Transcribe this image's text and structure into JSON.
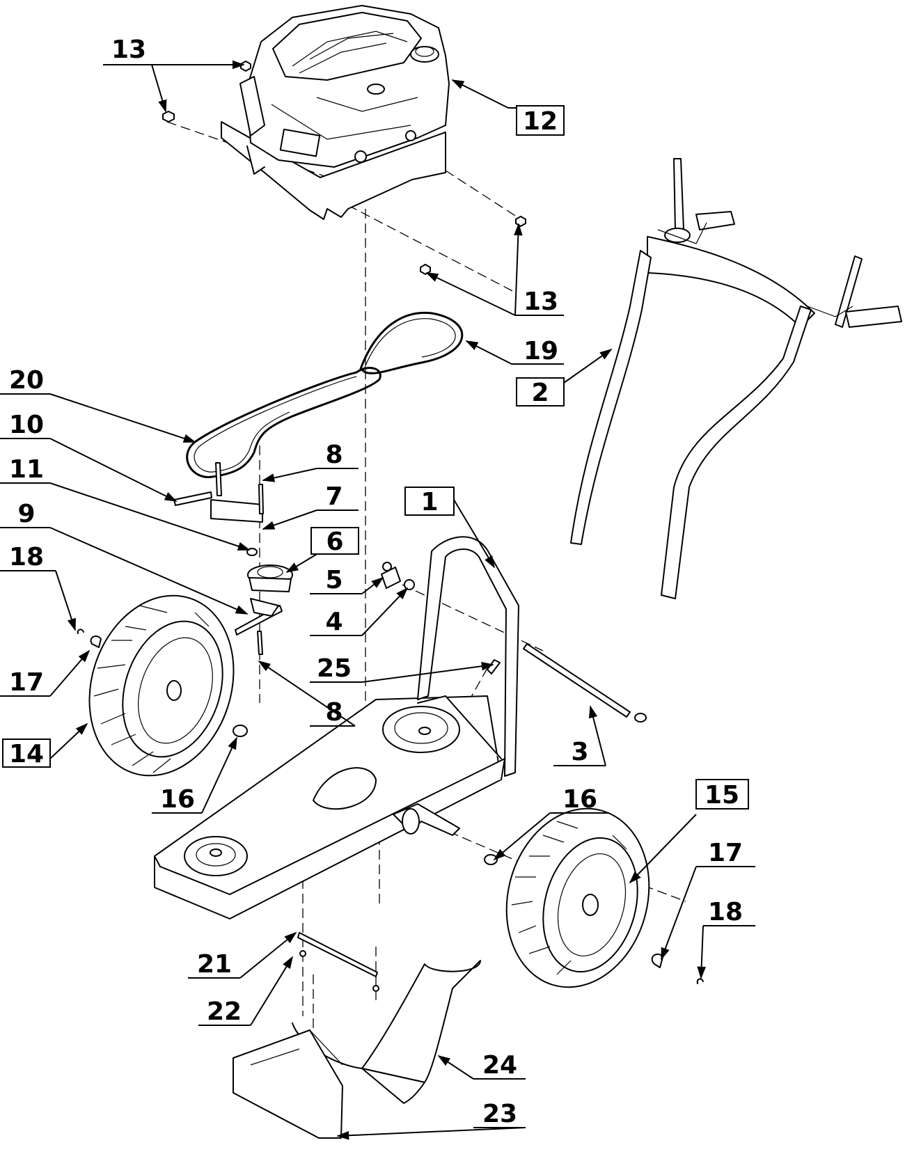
{
  "labels": {
    "l13a": "13",
    "l12": "12",
    "l13b": "13",
    "l19": "19",
    "l2": "2",
    "l20": "20",
    "l10": "10",
    "l8a": "8",
    "l11": "11",
    "l7": "7",
    "l1": "1",
    "l9": "9",
    "l6": "6",
    "l5": "5",
    "l18a": "18",
    "l4": "4",
    "l17a": "17",
    "l25": "25",
    "l8b": "8",
    "l14": "14",
    "l3": "3",
    "l16a": "16",
    "l16b": "16",
    "l15": "15",
    "l17b": "17",
    "l18b": "18",
    "l21": "21",
    "l22": "22",
    "l24": "24",
    "l23": "23"
  }
}
